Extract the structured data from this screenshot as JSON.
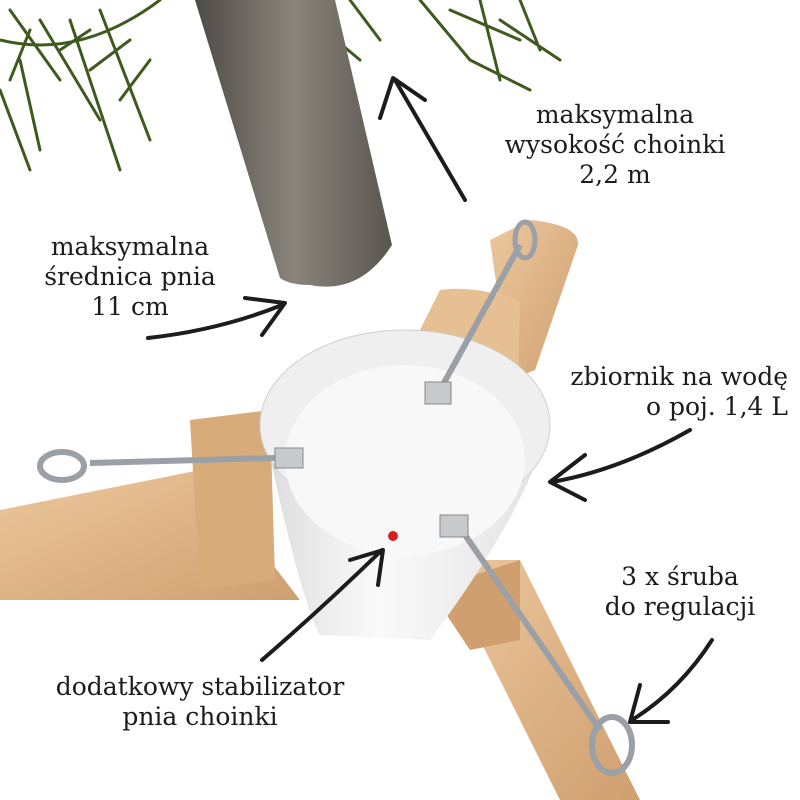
{
  "labels": {
    "height": {
      "line1": "maksymalna",
      "line2": "wysokość choinki",
      "line3": "2,2 m"
    },
    "diameter": {
      "line1": "maksymalna",
      "line2": "średnica pnia",
      "line3": "11 cm"
    },
    "tank": {
      "line1": "zbiornik na wodę",
      "line2": "o poj. 1,4 L"
    },
    "screws": {
      "line1": "3 x śruba",
      "line2": "do regulacji"
    },
    "stabilizer": {
      "line1": "dodatkowy stabilizator",
      "line2": "pnia choinki"
    }
  },
  "colors": {
    "wood": "#e2b98c",
    "wood_dark": "#c99a6a",
    "cup": "#f4f4f4",
    "trunk": "#6f6a63",
    "needles": "#3e5a1e",
    "text": "#1c1c1c"
  }
}
